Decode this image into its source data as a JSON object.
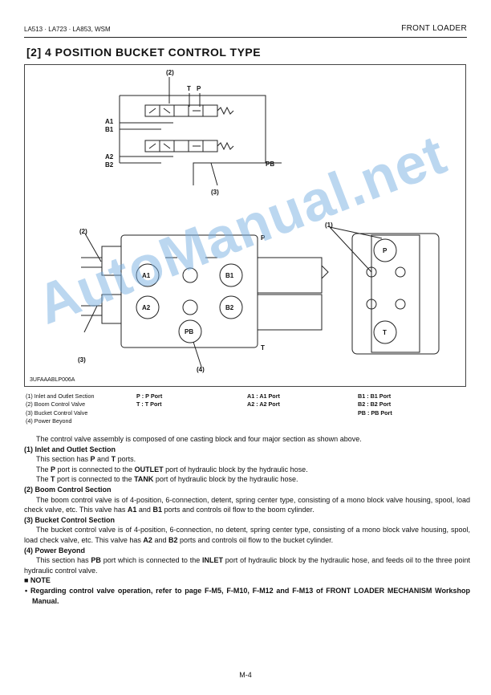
{
  "header": {
    "models": "LA513 · LA723 · LA853, WSM",
    "section": "FRONT LOADER"
  },
  "title": "[2]  4 POSITION BUCKET CONTROL TYPE",
  "figure": {
    "code": "3UFAAABLP006A",
    "callouts": {
      "n1": "(1)",
      "n2": "(2)",
      "n3": "(3)",
      "n4": "(4)",
      "T": "T",
      "P": "P",
      "PB": "PB",
      "A1": "A1",
      "B1": "B1",
      "A2": "A2",
      "B2": "B2"
    }
  },
  "legend": {
    "items": [
      "(1) Inlet and Outlet Section",
      "(2) Boom Control Valve",
      "(3) Bucket Control Valve",
      "(4) Power Beyond"
    ],
    "ports_a": [
      {
        "k": "P",
        "v": ": P Port"
      },
      {
        "k": "T",
        "v": ": T Port"
      }
    ],
    "ports_b": [
      {
        "k": "A1",
        "v": ": A1 Port"
      },
      {
        "k": "A2",
        "v": ": A2 Port"
      }
    ],
    "ports_c": [
      {
        "k": "B1",
        "v": ": B1 Port"
      },
      {
        "k": "B2",
        "v": ": B2 Port"
      },
      {
        "k": "PB",
        "v": ": PB Port"
      }
    ]
  },
  "body": {
    "intro": "The control valve assembly is composed of one casting block and four major section as shown above.",
    "s1_head": "(1)  Inlet and Outlet Section",
    "s1_l1a": "This section has ",
    "s1_l1b": "P",
    "s1_l1c": " and ",
    "s1_l1d": "T",
    "s1_l1e": " ports.",
    "s1_l2a": "The ",
    "s1_l2b": "P",
    "s1_l2c": " port is connected to the ",
    "s1_l2d": "OUTLET",
    "s1_l2e": " port of hydraulic block by the hydraulic hose.",
    "s1_l3a": "The ",
    "s1_l3b": "T",
    "s1_l3c": " port is connected to the ",
    "s1_l3d": "TANK",
    "s1_l3e": " port of hydraulic block by the hydraulic hose.",
    "s2_head": "(2)  Boom Control Section",
    "s2_a": "The boom control valve is of 4-position, 6-connection, detent, spring center type, consisting of a mono block valve housing, spool, load check valve, etc.  This valve has ",
    "s2_b": "A1",
    "s2_c": " and ",
    "s2_d": "B1",
    "s2_e": " ports and controls oil flow to the boom cylinder.",
    "s3_head": "(3)  Bucket Control Section",
    "s3_a": "The bucket control valve is of 4-position, 6-connection, no detent, spring center type, consisting of a mono block valve housing, spool, load check valve, etc.  This valve has ",
    "s3_b": "A2",
    "s3_c": " and ",
    "s3_d": "B2",
    "s3_e": " ports and controls oil flow to the bucket cylinder.",
    "s4_head": "(4)  Power Beyond",
    "s4_a": "This section has ",
    "s4_b": "PB",
    "s4_c": " port which is connected to the ",
    "s4_d": "INLET",
    "s4_e": " port of hydraulic block by the hydraulic hose, and feeds oil to the three point hydraulic control valve.",
    "note_head": "■  NOTE",
    "note": "•  Regarding control valve operation, refer to page F-M5, F-M10, F-M12 and F-M13 of  FRONT  LOADER MECHANISM  Workshop Manual."
  },
  "footer": {
    "page": "M-4"
  },
  "watermark": "AutoManual.net"
}
